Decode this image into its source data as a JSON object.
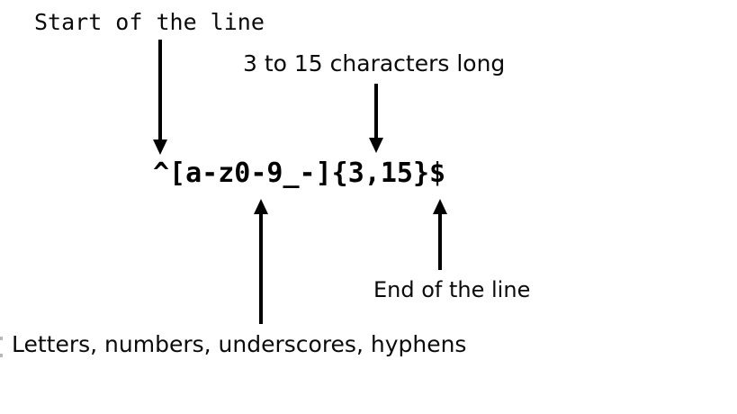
{
  "diagram": {
    "type": "regex-explanation",
    "regex_pattern": "^[a-z0-9_-]{3,15}$",
    "annotations": [
      {
        "label": "Start of the line",
        "points_to": "^",
        "arrow_direction": "down"
      },
      {
        "label": "3 to 15 characters long",
        "points_to": "{3,15}",
        "arrow_direction": "down"
      },
      {
        "label": "End of the line",
        "points_to": "$",
        "arrow_direction": "up"
      },
      {
        "label": "Letters, numbers, underscores, hyphens",
        "points_to": "[a-z0-9_-]",
        "arrow_direction": "up"
      }
    ],
    "colors": {
      "text": "#000000",
      "arrow": "#000000",
      "background": "#ffffff"
    }
  }
}
